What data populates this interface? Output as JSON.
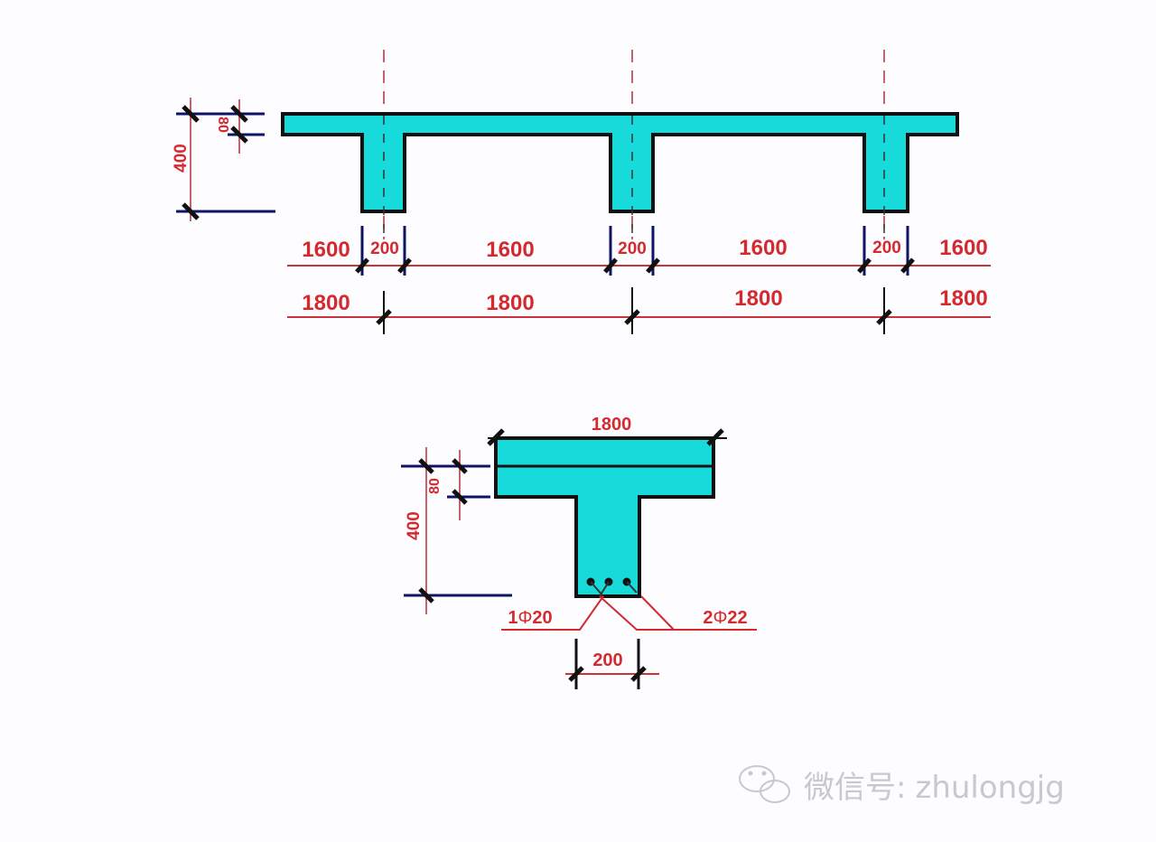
{
  "colors": {
    "concrete": "#17dbdb",
    "outline": "#111111",
    "dimension_red": "#d42a2f",
    "extension_navy": "#0d1466",
    "watermark": "#c9c8cc",
    "background": "#fdfcfe"
  },
  "top_section": {
    "description": "Continuous T-beam floor (ribbed slab) cross-section",
    "heights": {
      "total": "400",
      "flange": "80"
    },
    "row1": [
      "1600",
      "200",
      "1600",
      "200",
      "1600",
      "200",
      "1600"
    ],
    "row2": [
      "1800",
      "1800",
      "1800",
      "1800"
    ]
  },
  "bottom_section": {
    "description": "Single T-beam calculation section",
    "flange_width": "1800",
    "heights": {
      "total": "400",
      "flange": "80"
    },
    "web_width": "200",
    "rebar_left": {
      "count": "1",
      "symbol": "Φ",
      "diameter": "20"
    },
    "rebar_right": {
      "count": "2",
      "symbol": "Φ",
      "diameter": "22"
    }
  },
  "watermark": {
    "icon": "wechat-icon",
    "label": "微信号",
    "separator": ":",
    "account": "zhulongjg"
  }
}
